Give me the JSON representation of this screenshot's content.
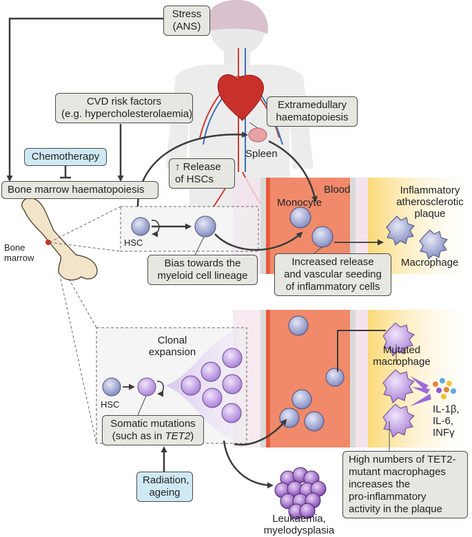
{
  "colors": {
    "vessel_wall": "#e8593c",
    "vessel_lumen": "#f08a6a",
    "plaque": "#fde7a6",
    "label_box": "#e6e7e0",
    "blue_box": "#cfe9f4",
    "arrow": "#3a3a3a",
    "monocyte": "#8a93c7",
    "mutant_cell": "#b58be0"
  },
  "icons": [
    "human-silhouette-icon",
    "heart-icon",
    "spleen-icon",
    "bone-icon",
    "hsc-cell-icon",
    "monocyte-icon",
    "macrophage-icon",
    "mutant-cell-icon",
    "leukaemia-cluster-icon",
    "cytokine-dots-icon"
  ],
  "labels": {
    "stress": [
      "Stress",
      "(ANS)"
    ],
    "cvd_risk": [
      "CVD risk factors",
      "(e.g. hypercholesterolaemia)"
    ],
    "extramedullary": [
      "Extramedullary",
      "haematopoiesis"
    ],
    "spleen": "Spleen",
    "chemotherapy": "Chemotherapy",
    "release_hscs": [
      "↑ Release",
      "of HSCs"
    ],
    "bone_marrow_haem": "Bone marrow haematopoiesis",
    "bone_marrow": [
      "Bone",
      "marrow"
    ],
    "hsc_top": "HSC",
    "bias": [
      "Bias towards the",
      "myeloid cell lineage"
    ],
    "blood": "Blood",
    "monocyte": "Monocyte",
    "plaque": [
      "Inflammatory",
      "atherosclerotic",
      "plaque"
    ],
    "macrophage": "Macrophage",
    "increased_release": [
      "Increased release",
      "and vascular seeding",
      "of inflammatory cells"
    ],
    "clonal": [
      "Clonal",
      "expansion"
    ],
    "hsc_bottom": "HSC",
    "somatic": [
      "Somatic mutations",
      "(such as in ",
      "TET2",
      ")"
    ],
    "radiation": [
      "Radiation,",
      "ageing"
    ],
    "mutated_macrophage": [
      "Mutated",
      "macrophage"
    ],
    "cytokines": [
      "IL-1β,",
      "IL-6,",
      "INFγ"
    ],
    "tet2": [
      "High numbers of TET2-",
      "mutant macrophages",
      "increases the",
      "pro-inflammatory",
      "activity in the plaque"
    ],
    "leukaemia": [
      "Leukaemia,",
      "myelodysplasia"
    ]
  }
}
